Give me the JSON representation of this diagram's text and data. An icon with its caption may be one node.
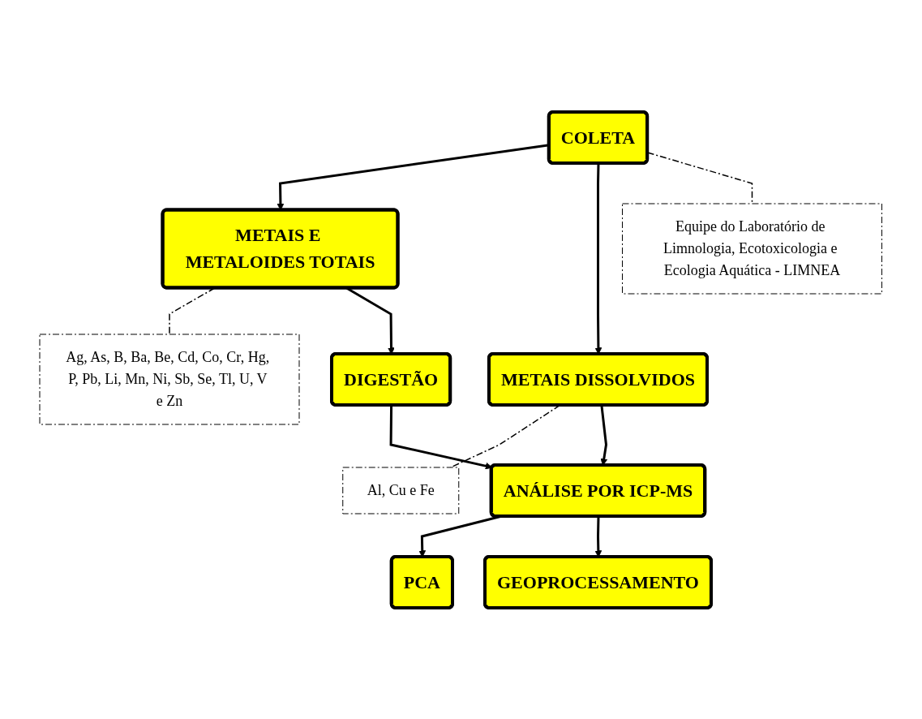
{
  "diagram": {
    "nodes": [
      {
        "text": [
          "COLETA"
        ]
      },
      {
        "text": [
          "Equipe do Laboratório de Limnologia, Ecotoxicologia e Ecologia Aquática - LIMNEA"
        ]
      },
      {
        "text": [
          "METAIS E METALOIDES TOTAIS"
        ]
      },
      {
        "text": [
          "Ag, As, B, Ba, Be, Cd, Co, Cr, Hg, P, Pb, Li, Mn, Ni, Sb, Se, Tl, U, V e Zn"
        ]
      },
      {
        "text": [
          "METAIS DISSOLVIDOS"
        ]
      },
      {
        "text": [
          "Al, Cu e Fe"
        ]
      },
      {
        "text": [
          "DIGESTÃO"
        ]
      },
      {
        "text": [
          "ANÁLISE POR ICP-MS"
        ]
      },
      {
        "text": [
          "PCA"
        ]
      },
      {
        "text": [
          "GEOPROCESSAMENTO"
        ]
      }
    ],
    "edges": [
      {
        "from": 0,
        "to": 2,
        "arrow": "to"
      },
      {
        "from": 0,
        "to": 4,
        "arrow": "to"
      },
      {
        "from": 0,
        "to": 1,
        "arrow": "none",
        "style": "dashed"
      },
      {
        "from": 2,
        "to": 3,
        "arrow": "none",
        "style": "dashed"
      },
      {
        "from": 4,
        "to": 5,
        "arrow": "none",
        "style": "dashed"
      },
      {
        "from": 2,
        "to": 6,
        "arrow": "to"
      },
      {
        "from": 6,
        "to": 7,
        "arrow": "to"
      },
      {
        "from": 4,
        "to": 7,
        "arrow": "to"
      },
      {
        "from": 7,
        "to": 8,
        "arrow": "to"
      },
      {
        "from": 7,
        "to": 9,
        "arrow": "to"
      }
    ]
  }
}
